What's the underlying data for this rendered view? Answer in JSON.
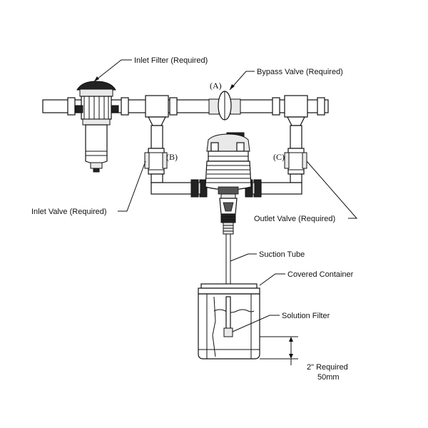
{
  "labels": {
    "inlet_filter": "Inlet Filter (Required)",
    "bypass_valve": "Bypass Valve (Required)",
    "inlet_valve": "Inlet Valve (Required)",
    "outlet_valve": "Outlet Valve (Required)",
    "suction_tube": "Suction Tube",
    "covered_container": "Covered Container",
    "solution_filter": "Solution Filter",
    "required_height": "2\" Required",
    "required_height_mm": "50mm"
  },
  "valve_tags": {
    "a": "(A)",
    "b": "(B)",
    "c": "(C)"
  }
}
